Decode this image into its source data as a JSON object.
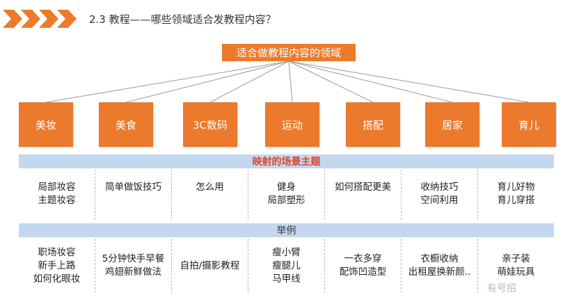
{
  "header": {
    "title": "2.3 教程——哪些领域适合发教程内容？"
  },
  "root": {
    "label": "适合做教程内容的领域"
  },
  "categories": [
    {
      "label": "美妆"
    },
    {
      "label": "美食"
    },
    {
      "label": "3C数码"
    },
    {
      "label": "运动"
    },
    {
      "label": "搭配"
    },
    {
      "label": "居家"
    },
    {
      "label": "育儿"
    }
  ],
  "band1": {
    "label": "映射的场景主题"
  },
  "themes": [
    [
      "局部妆容",
      "主题妆容"
    ],
    [
      "简单做饭技巧"
    ],
    [
      "怎么用"
    ],
    [
      "健身",
      "局部塑形"
    ],
    [
      "如何搭配更美"
    ],
    [
      "收纳技巧",
      "空间利用"
    ],
    [
      "育儿好物",
      "育儿穿搭"
    ]
  ],
  "band2": {
    "label": "举例"
  },
  "examples": [
    [
      "职场妆容",
      "新手上路",
      "如何化眼妆"
    ],
    [
      "5分钟快手早餐",
      "鸡翅新鲜做法"
    ],
    [
      "自拍/摄影教程"
    ],
    [
      "瘦小臂",
      "瘦腿儿",
      "马甲线"
    ],
    [
      "一衣多穿",
      "配饰凹造型"
    ],
    [
      "衣橱收纳",
      "出租屋换新颜.."
    ],
    [
      "亲子装",
      "萌娃玩具"
    ]
  ],
  "watermark": {
    "text": "有号招"
  },
  "colors": {
    "accent": "#ec7a2c",
    "band": "#c3d7ee",
    "band_title": "#e0432c",
    "connector": "#9a9a9a"
  }
}
